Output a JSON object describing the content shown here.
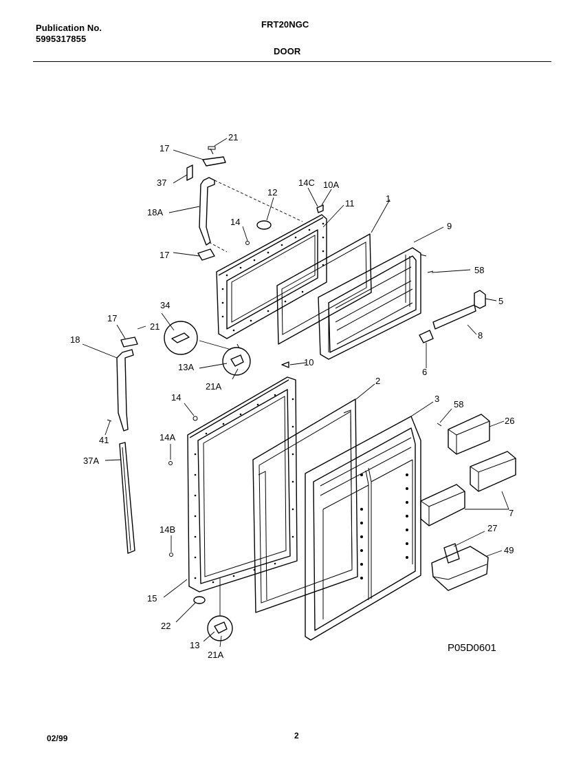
{
  "header": {
    "publication_label": "Publication No.",
    "publication_number": "5995317855",
    "model": "FRT20NGC",
    "section": "DOOR"
  },
  "footer": {
    "date": "02/99",
    "page_number": "2"
  },
  "diagram_code": "P05D0601",
  "callouts": {
    "c1": "1",
    "c2": "2",
    "c3": "3",
    "c5": "5",
    "c6": "6",
    "c7": "7",
    "c8": "8",
    "c9": "9",
    "c10a": "10A",
    "c10": "10",
    "c11": "11",
    "c12": "12",
    "c13": "13",
    "c13a": "13A",
    "c14_top": "14",
    "c14_bottom": "14",
    "c14a": "14A",
    "c14b": "14B",
    "c14c": "14C",
    "c15": "15",
    "c17_top": "17",
    "c17_mid": "17",
    "c17_left": "17",
    "c18": "18",
    "c18a": "18A",
    "c21_top": "21",
    "c21_left": "21",
    "c21a_top": "21A",
    "c21a_bottom": "21A",
    "c22": "22",
    "c26": "26",
    "c27": "27",
    "c34": "34",
    "c37": "37",
    "c37a": "37A",
    "c41": "41",
    "c49": "49",
    "c58_top": "58",
    "c58_bottom": "58"
  }
}
